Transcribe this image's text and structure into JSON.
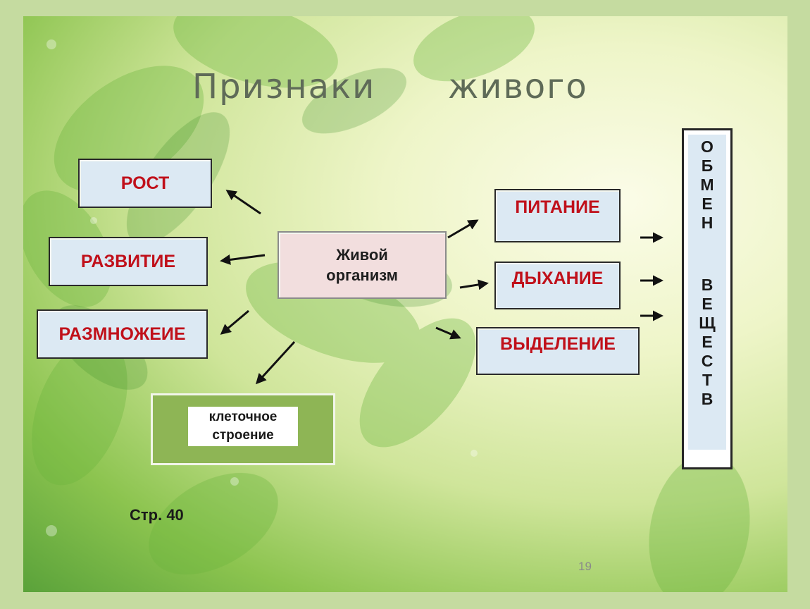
{
  "title": {
    "word1": "Признаки",
    "word2": "живого"
  },
  "center": {
    "line1": "Живой",
    "line2": "организм"
  },
  "left_boxes": [
    "РОСТ",
    "РАЗВИТИЕ",
    "РАЗМНОЖЕИЕ"
  ],
  "bottom_box": {
    "line1": "клеточное",
    "line2": "строение"
  },
  "right_boxes": [
    "ПИТАНИЕ",
    "ДЫХАНИЕ",
    "ВЫДЕЛЕНИЕ"
  ],
  "metabolism": {
    "word1": [
      "О",
      "Б",
      "М",
      "Е",
      "Н"
    ],
    "word2": [
      "В",
      "Е",
      "Щ",
      "Е",
      "С",
      "Т",
      "В"
    ]
  },
  "page_ref": "Стр. 40",
  "slide_number": "19",
  "colors": {
    "frame": "#c5dba0",
    "label_red": "#c0101a",
    "box_fill": "#dce9f3",
    "center_fill": "#f2dede",
    "cell_green": "#8eb555"
  }
}
